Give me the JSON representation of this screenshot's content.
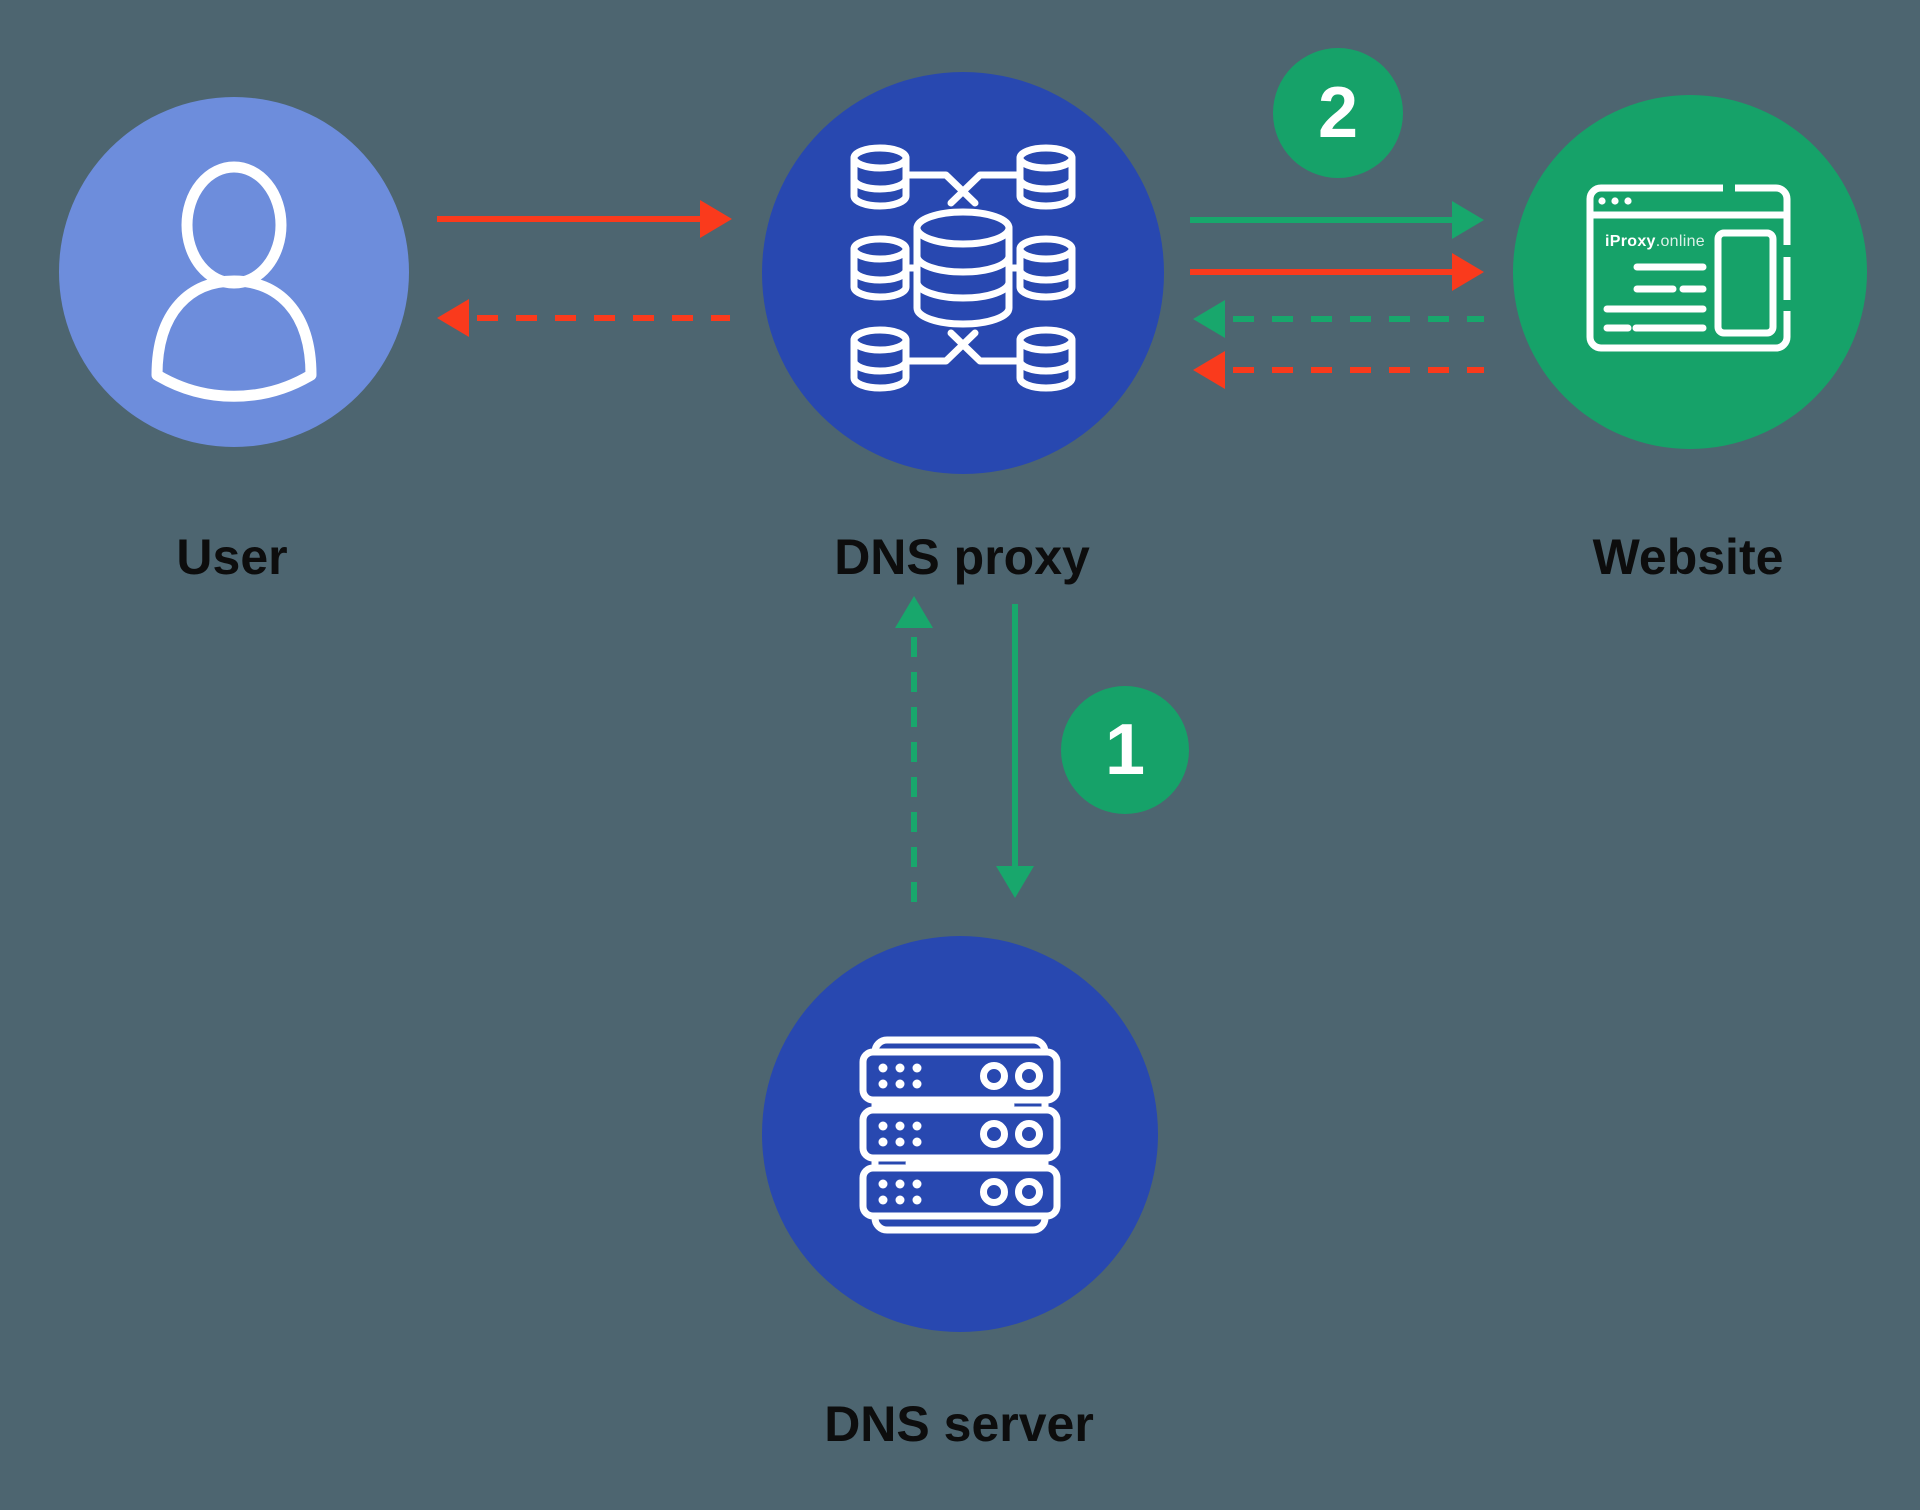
{
  "colors": {
    "background": "#4D6570",
    "arrow_red": "#FA3A1C",
    "arrow_green": "#18A76C",
    "badge_green": "#16A269",
    "node_blue": "#2848B0",
    "user_blue": "#6D8DDC",
    "label_text": "#0D0D0D",
    "icon_stroke": "#FFFFFF"
  },
  "diagram": {
    "nodes": [
      {
        "id": "user",
        "label": "User",
        "icon": "person-icon",
        "color": "#6D8DDC"
      },
      {
        "id": "dns-proxy",
        "label": "DNS proxy",
        "icon": "database-cluster-icon",
        "color": "#2848B0"
      },
      {
        "id": "website",
        "label": "Website",
        "icon": "browser-window-icon",
        "color": "#16A269",
        "site_name_bold": "iProxy",
        "site_name_light": ".online"
      },
      {
        "id": "dns-server",
        "label": "DNS server",
        "icon": "server-rack-icon",
        "color": "#2848B0"
      }
    ],
    "step_badges": [
      {
        "value": "2",
        "position": "between dns-proxy and website"
      },
      {
        "value": "1",
        "position": "between dns-proxy and dns-server"
      }
    ],
    "flows": [
      {
        "from": "user",
        "to": "dns-proxy",
        "style": "solid",
        "color": "red"
      },
      {
        "from": "dns-proxy",
        "to": "user",
        "style": "dashed",
        "color": "red"
      },
      {
        "from": "dns-proxy",
        "to": "website",
        "style": "solid",
        "color": "green"
      },
      {
        "from": "dns-proxy",
        "to": "website",
        "style": "solid",
        "color": "red"
      },
      {
        "from": "website",
        "to": "dns-proxy",
        "style": "dashed",
        "color": "green"
      },
      {
        "from": "website",
        "to": "dns-proxy",
        "style": "dashed",
        "color": "red"
      },
      {
        "from": "dns-server",
        "to": "dns-proxy",
        "style": "dashed",
        "color": "green"
      },
      {
        "from": "dns-proxy",
        "to": "dns-server",
        "style": "solid",
        "color": "green"
      }
    ]
  }
}
